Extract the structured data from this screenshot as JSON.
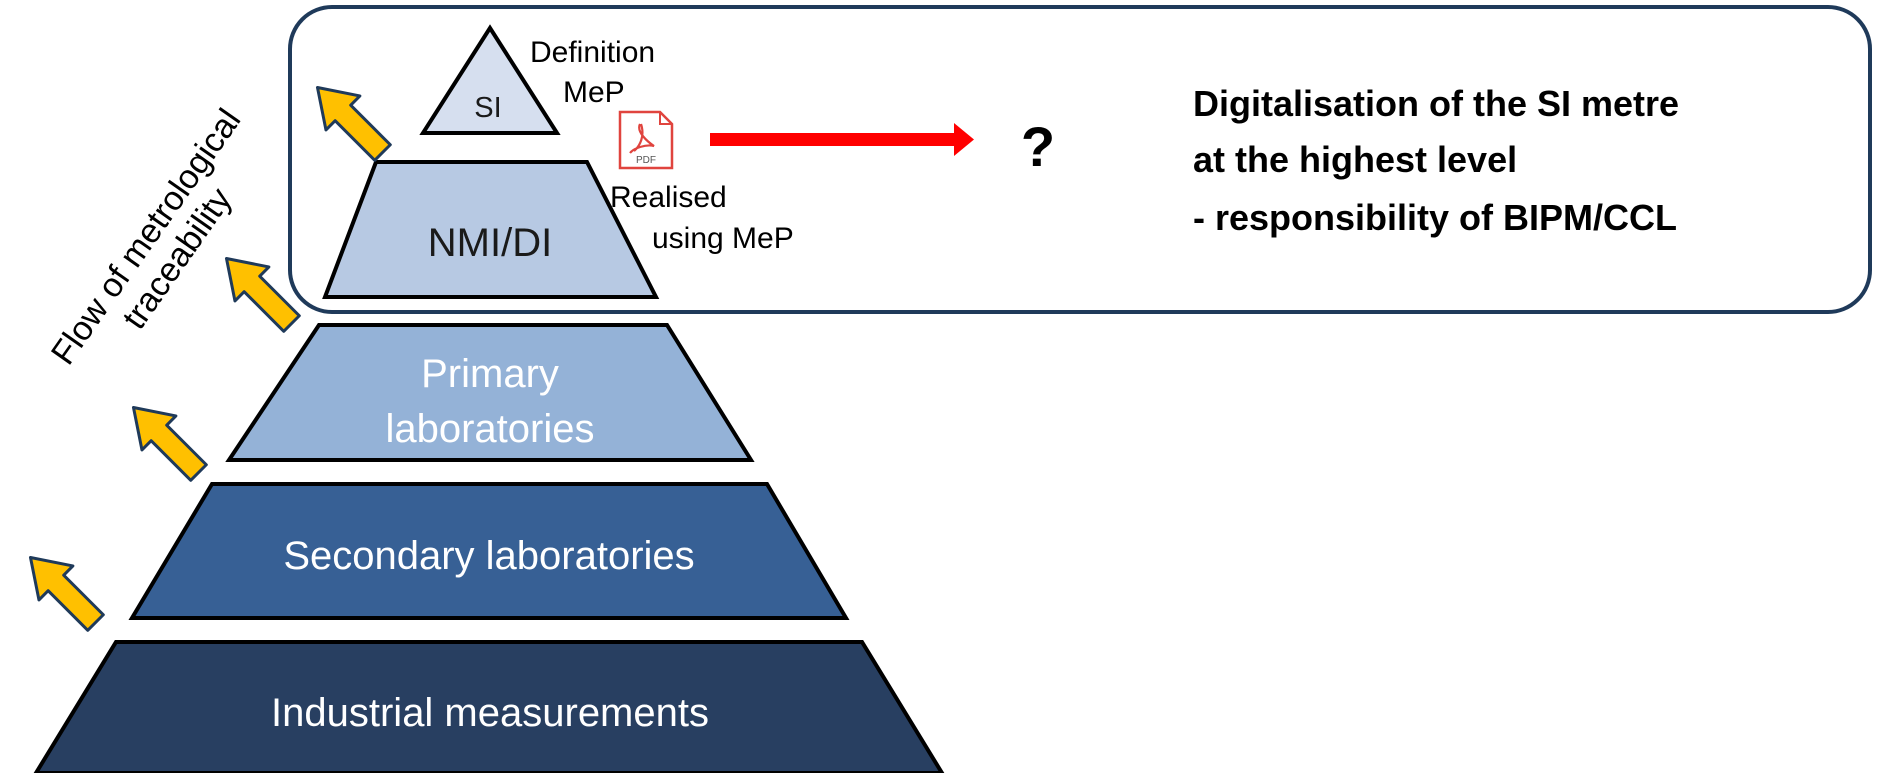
{
  "pyramid": {
    "levels": [
      {
        "label": "SI",
        "fill": "#D6DFEF",
        "text_color": "#1a1a1a"
      },
      {
        "label": "NMI/DI",
        "fill": "#B7C9E3",
        "text_color": "#1a1a1a"
      },
      {
        "label_lines": [
          "Primary",
          "laboratories"
        ],
        "fill": "#94B2D7",
        "text_color": "#ffffff"
      },
      {
        "label": "Secondary laboratories",
        "fill": "#376095",
        "text_color": "#ffffff"
      },
      {
        "label": "Industrial measurements",
        "fill": "#283F61",
        "text_color": "#ffffff"
      }
    ]
  },
  "annotations": {
    "definition_line1": "Definition",
    "definition_line2": "MeP",
    "realised_line1": "Realised",
    "realised_line2": "using MeP",
    "pdf_icon_label": "PDF",
    "question_mark": "?",
    "flow_line1": "Flow of metrological",
    "flow_line2": "traceability"
  },
  "callout": {
    "lines": [
      "Digitalisation of the SI metre",
      "at the highest level",
      "- responsibility of BIPM/CCL"
    ]
  },
  "colors": {
    "frame_border": "#1F3A5A",
    "arrow_fill": "#FFC000",
    "red_arrow": "#FF0000",
    "outline": "#000000",
    "pdf_red": "#E0443E"
  },
  "icons": {
    "pdf": "pdf-file-icon",
    "flow_arrows": "arrow-down-left-icon",
    "red_arrow": "arrow-right-icon"
  }
}
